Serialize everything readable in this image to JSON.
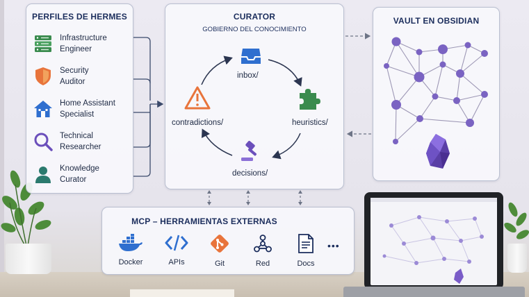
{
  "profiles": {
    "title": "PERFILES DE HERMES",
    "items": [
      {
        "line1": "Infrastructure",
        "line2": "Engineer",
        "icon": "server-icon"
      },
      {
        "line1": "Security",
        "line2": "Auditor",
        "icon": "shield-icon"
      },
      {
        "line1": "Home Assistant",
        "line2": "Specialist",
        "icon": "home-icon"
      },
      {
        "line1": "Technical",
        "line2": "Researcher",
        "icon": "magnifier-icon"
      },
      {
        "line1": "Knowledge",
        "line2": "Curator",
        "icon": "user-icon"
      }
    ]
  },
  "curator": {
    "title": "CURATOR",
    "subtitle": "GOBIERNO DEL CONOCIMIENTO",
    "cycle": {
      "inbox": "inbox/",
      "heuristics": "heuristics/",
      "decisions": "decisions/",
      "contradictions": "contradictions/"
    }
  },
  "vault": {
    "title": "VAULT EN OBSIDIAN"
  },
  "mcp": {
    "title": "MCP – HERRAMIENTAS EXTERNAS",
    "tools": [
      {
        "label": "Docker",
        "icon": "docker-icon"
      },
      {
        "label": "APIs",
        "icon": "code-icon"
      },
      {
        "label": "Git",
        "icon": "git-icon"
      },
      {
        "label": "Red",
        "icon": "network-icon"
      },
      {
        "label": "Docs",
        "icon": "document-icon"
      }
    ],
    "more": "•••"
  },
  "colors": {
    "navy": "#1b2d5c",
    "purple": "#6b4fbb",
    "green": "#3a8b4e",
    "orange": "#e8743b",
    "blue": "#2f6fcf"
  }
}
